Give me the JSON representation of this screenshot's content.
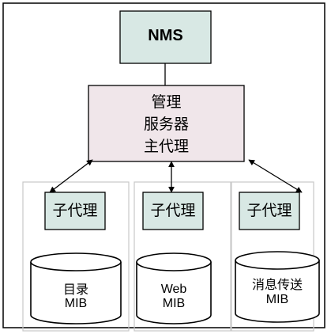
{
  "nms": {
    "label": "NMS"
  },
  "master_agent": {
    "lines": [
      "管理",
      "服务器",
      "主代理"
    ]
  },
  "subagents": [
    {
      "label": "子代理",
      "mib_lines": [
        "目录",
        "MIB"
      ]
    },
    {
      "label": "子代理",
      "mib_lines": [
        "Web",
        "MIB"
      ]
    },
    {
      "label": "子代理",
      "mib_lines": [
        "消息传送",
        "MIB"
      ]
    }
  ],
  "colors": {
    "nms_fill": "#d8e8e4",
    "master_fill": "#f0e6ea",
    "subagent_fill": "#d8e8e4",
    "group_border": "#c8c8c8",
    "outline": "#000000"
  }
}
